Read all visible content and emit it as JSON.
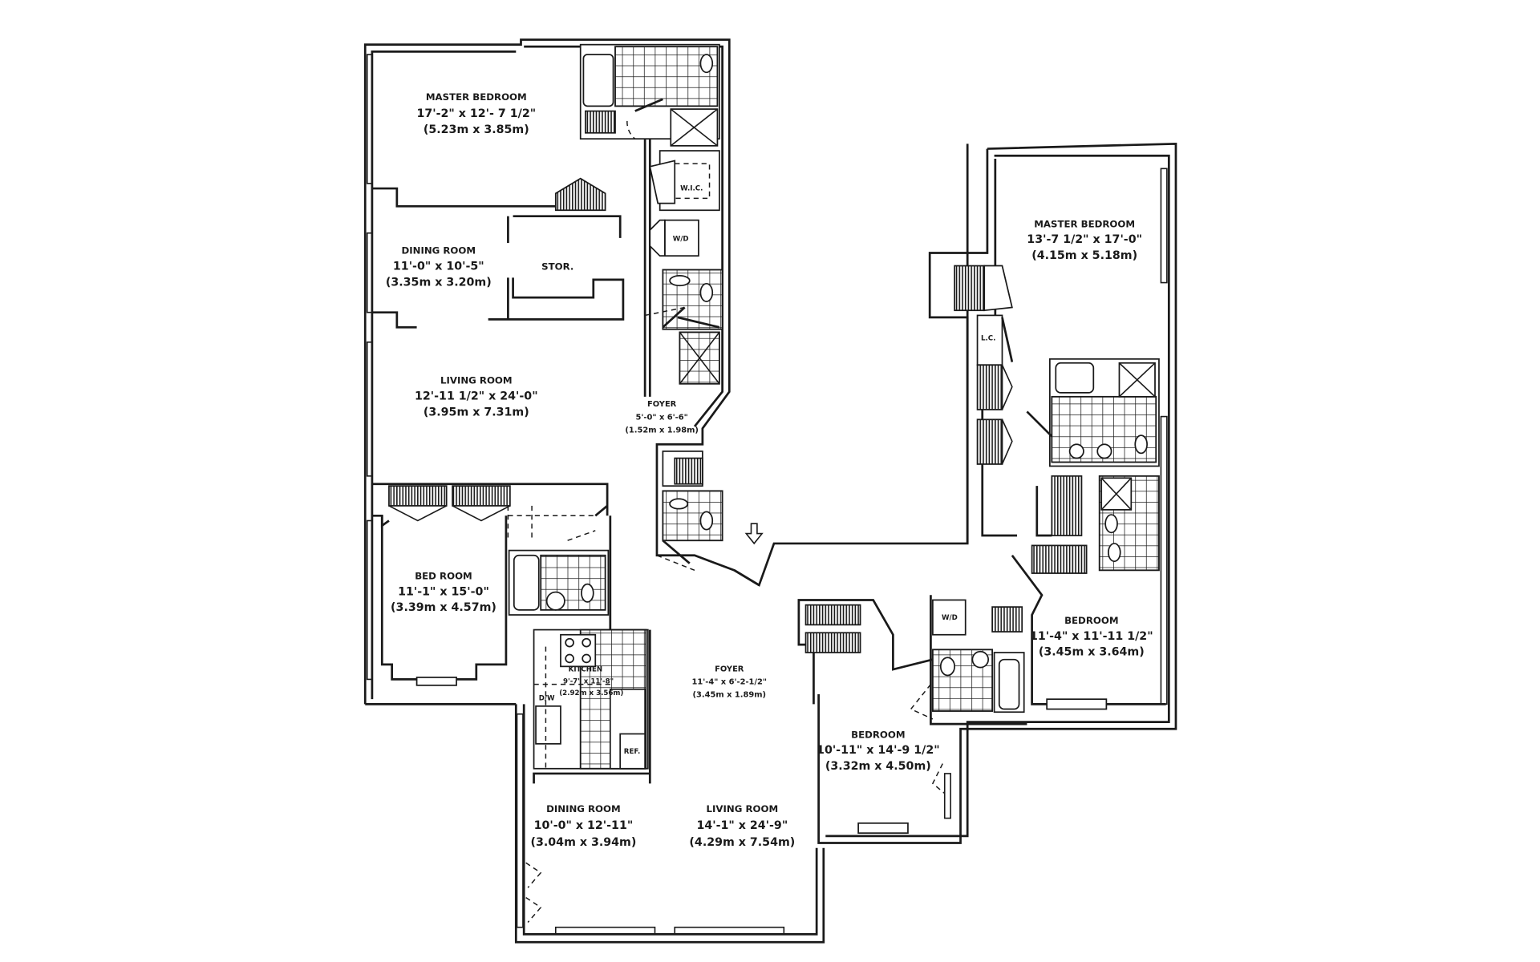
{
  "floor_plan": {
    "rooms": [
      {
        "id": "master-bedroom-left",
        "name": "MASTER BEDROOM",
        "imperial": "17'-2\" x 12'- 7 1/2\"",
        "metric": "(5.23m x 3.85m)"
      },
      {
        "id": "dining-room-left",
        "name": "DINING ROOM",
        "imperial": "11'-0\" x 10'-5\"",
        "metric": "(3.35m x 3.20m)"
      },
      {
        "id": "living-room-left",
        "name": "LIVING ROOM",
        "imperial": "12'-11 1/2\" x 24'-0\"",
        "metric": "(3.95m x 7.31m)"
      },
      {
        "id": "foyer-small",
        "name": "FOYER",
        "imperial": "5'-0\" x 6'-6\"",
        "metric": "(1.52m x 1.98m)"
      },
      {
        "id": "bed-room-left",
        "name": "BED ROOM",
        "imperial": "11'-1\" x 15'-0\"",
        "metric": "(3.39m x 4.57m)"
      },
      {
        "id": "kitchen",
        "name": "KITCHEN",
        "imperial": "9'-7\" x 11'-8\"",
        "metric": "(2.92m x 3.56m)"
      },
      {
        "id": "foyer-main",
        "name": "FOYER",
        "imperial": "11'-4\" x 6'-2-1/2\"",
        "metric": "(3.45m x 1.89m)"
      },
      {
        "id": "dining-room-bottom",
        "name": "DINING ROOM",
        "imperial": "10'-0\" x 12'-11\"",
        "metric": "(3.04m x 3.94m)"
      },
      {
        "id": "living-room-bottom",
        "name": "LIVING ROOM",
        "imperial": "14'-1\" x 24'-9\"",
        "metric": "(4.29m x 7.54m)"
      },
      {
        "id": "master-bedroom-right",
        "name": "MASTER BEDROOM",
        "imperial": "13'-7 1/2\" x 17'-0\"",
        "metric": "(4.15m x 5.18m)"
      },
      {
        "id": "bedroom-right",
        "name": "BEDROOM",
        "imperial": "11'-4\" x 11'-11 1/2\"",
        "metric": "(3.45m x 3.64m)"
      },
      {
        "id": "bedroom-middle",
        "name": "BEDROOM",
        "imperial": "10'-11\" x 14'-9 1/2\"",
        "metric": "(3.32m x 4.50m)"
      }
    ],
    "small_labels": {
      "storage": "STOR.",
      "walk_in_closet": "W.I.C.",
      "washer_dryer_left": "W/D",
      "washer_dryer_right": "W/D",
      "linen_closet": "L.C.",
      "dishwasher": "D/W",
      "refrigerator": "REF."
    },
    "entry_marker": "arrow-down-icon"
  }
}
